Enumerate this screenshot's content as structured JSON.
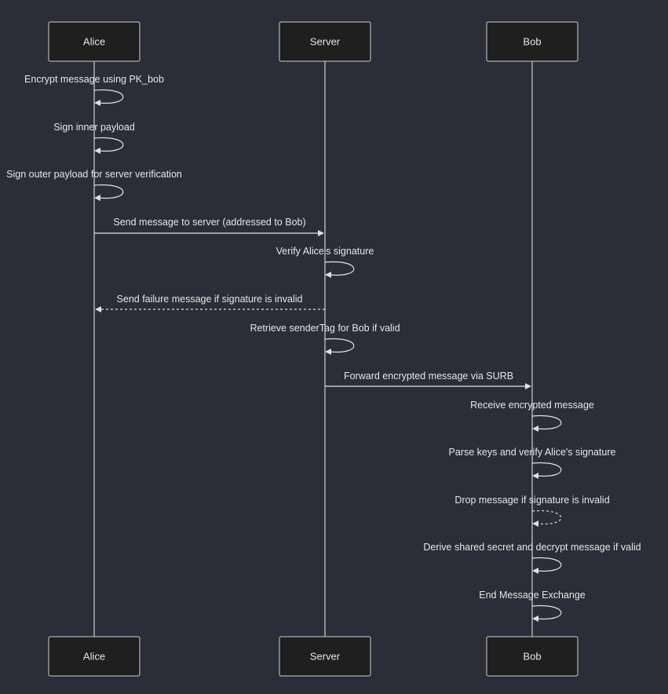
{
  "actors": [
    {
      "id": "alice",
      "label": "Alice"
    },
    {
      "id": "server",
      "label": "Server"
    },
    {
      "id": "bob",
      "label": "Bob"
    }
  ],
  "messages": [
    {
      "from": "alice",
      "to": "alice",
      "text": "Encrypt message using PK_bob",
      "style": "solid"
    },
    {
      "from": "alice",
      "to": "alice",
      "text": "Sign inner payload",
      "style": "solid"
    },
    {
      "from": "alice",
      "to": "alice",
      "text": "Sign outer payload for server verification",
      "style": "solid"
    },
    {
      "from": "alice",
      "to": "server",
      "text": "Send message to server (addressed to Bob)",
      "style": "solid"
    },
    {
      "from": "server",
      "to": "server",
      "text": "Verify Alice's signature",
      "style": "solid"
    },
    {
      "from": "server",
      "to": "alice",
      "text": "Send failure message if signature is invalid",
      "style": "dashed"
    },
    {
      "from": "server",
      "to": "server",
      "text": "Retrieve senderTag for Bob if valid",
      "style": "solid"
    },
    {
      "from": "server",
      "to": "bob",
      "text": "Forward encrypted message via SURB",
      "style": "solid"
    },
    {
      "from": "bob",
      "to": "bob",
      "text": "Receive encrypted message",
      "style": "solid"
    },
    {
      "from": "bob",
      "to": "bob",
      "text": "Parse keys and verify Alice's signature",
      "style": "solid"
    },
    {
      "from": "bob",
      "to": "bob",
      "text": "Drop message if signature is invalid",
      "style": "dashed"
    },
    {
      "from": "bob",
      "to": "bob",
      "text": "Derive shared secret and decrypt message if valid",
      "style": "solid"
    },
    {
      "from": "bob",
      "to": "bob",
      "text": "End Message Exchange",
      "style": "solid"
    }
  ]
}
